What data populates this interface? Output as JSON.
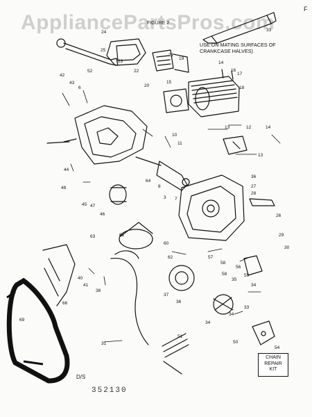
{
  "watermark": "AppliancePartsPros.com",
  "page_mark": "F",
  "figure_label": "FIGURE 2",
  "sealant_note": "USE ON MATING SURFACES OF CRANKCASE HALVES)",
  "kit_box": [
    "CHAIN",
    "REPAIR",
    "KIT"
  ],
  "footer_code": "D/S",
  "drawing_number": "352130",
  "callouts": [
    "24",
    "25",
    "23",
    "21",
    "19",
    "22",
    "52",
    "42",
    "43",
    "14",
    "16",
    "17",
    "18",
    "15",
    "20",
    "6",
    "33",
    "13",
    "12",
    "14",
    "10",
    "11",
    "13",
    "36",
    "27",
    "28",
    "26",
    "29",
    "30",
    "44",
    "48",
    "45",
    "47",
    "46",
    "64",
    "8",
    "3",
    "7",
    "63",
    "61",
    "60",
    "62",
    "57",
    "58",
    "56",
    "58",
    "35",
    "59",
    "34",
    "37",
    "36",
    "34",
    "33",
    "34",
    "40",
    "41",
    "38",
    "66",
    "69",
    "31",
    "51",
    "50",
    "54"
  ]
}
